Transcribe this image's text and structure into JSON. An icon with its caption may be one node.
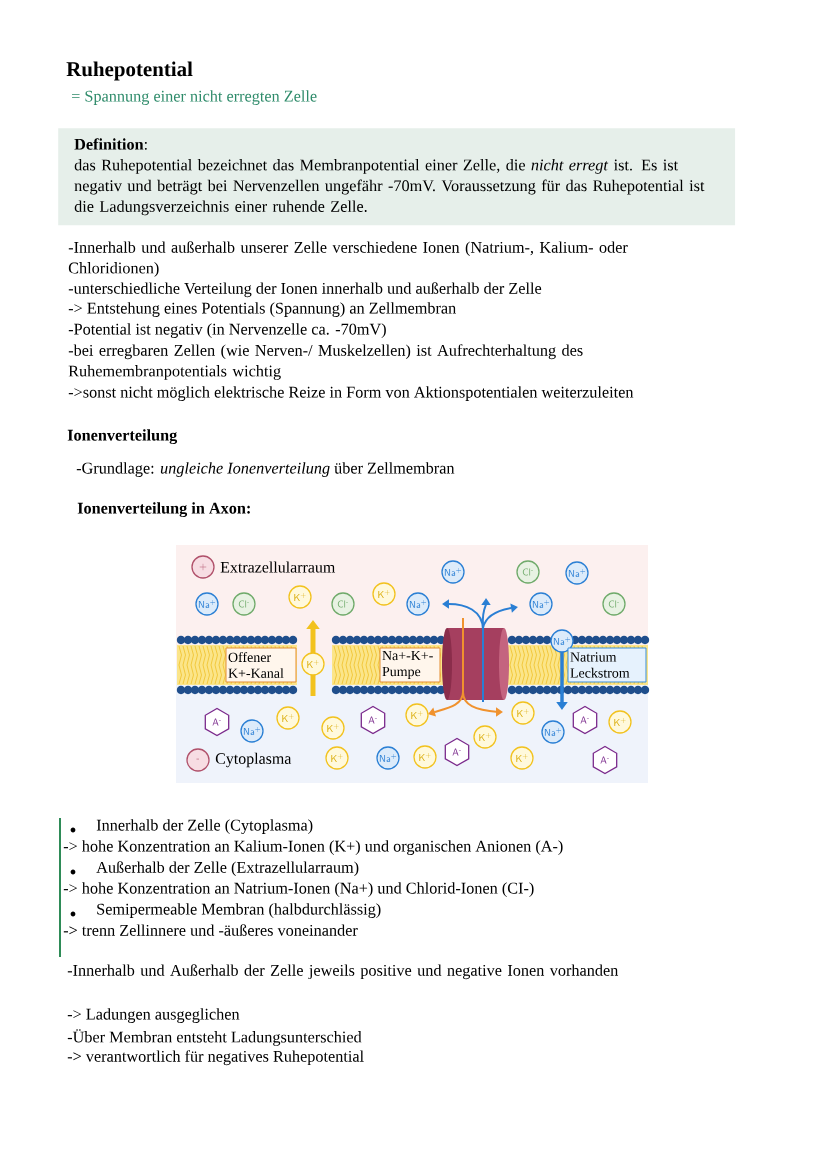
{
  "diagram": {
    "title": "Ruhepotential",
    "nodes": [
      {
        "text": [
          "**Definition**:",
          "das Ruhepotential bezeichnet das Membranpotential einer Zelle, die *nicht erregt* ist. Es ist negativ und beträgt bei Nervenzellen ungefähr -70mV. Voraussetzung für das Ruhepotential ist die Ladungsverzeichnis einer ruhende Zelle."
        ]
      },
      {
        "text": [
          "+"
        ],
        "beside": [
          "Extrazellularraum"
        ]
      },
      {
        "text": [
          "Na$^{+}$"
        ]
      },
      {
        "text": [
          "Cl$^{-}$"
        ]
      },
      {
        "text": [
          "Na$^{+}$"
        ]
      },
      {
        "text": [
          "Na$^{+}$"
        ]
      },
      {
        "text": [
          "Cl$^{-}$"
        ]
      },
      {
        "text": [
          "K$^{+}$"
        ]
      },
      {
        "text": [
          "Cl$^{-}$"
        ]
      },
      {
        "text": [
          "K$^{+}$"
        ]
      },
      {
        "text": [
          "Na$^{+}$"
        ]
      },
      {
        "text": [
          "Na$^{+}$"
        ]
      },
      {
        "text": [
          "Cl$^{-}$"
        ]
      },
      {
        "text": [
          "Na$^{+}$"
        ]
      },
      {
        "text": [
          "Offener K+-Kanal"
        ]
      },
      {
        "text": [
          "K$^{+}$"
        ]
      },
      {
        "text": [
          "Na+-K+-Pumpe"
        ]
      },
      {
        "text": [
          "Natrium Leckstrom"
        ]
      },
      {
        "text": [
          "A$^{-}$"
        ]
      },
      {
        "text": [
          "K$^{+}$"
        ]
      },
      {
        "text": [
          "K$^{+}$"
        ]
      },
      {
        "text": [
          "Na$^{+}$"
        ]
      },
      {
        "text": [
          "A$^{-}$"
        ]
      },
      {
        "text": [
          "K$^{+}$"
        ]
      },
      {
        "text": [
          "K$^{+}$"
        ]
      },
      {
        "text": [
          "A$^{-}$"
        ]
      },
      {
        "text": [
          "K$^{+}$"
        ]
      },
      {
        "text": [
          "Na$^{+}$"
        ]
      },
      {
        "text": [
          "K$^{+}$"
        ]
      },
      {
        "text": [
          "-"
        ],
        "beside": [
          "Cytoplasma"
        ]
      },
      {
        "text": [
          "K$^{+}$"
        ]
      },
      {
        "text": [
          "Na$^{+}$"
        ]
      },
      {
        "text": [
          "K$^{+}$"
        ]
      },
      {
        "text": [
          "A$^{-}$"
        ]
      },
      {
        "text": [
          "K$^{+}$"
        ]
      },
      {
        "text": [
          "A$^{-}$"
        ]
      }
    ],
    "labels": [
      "= Spannung einer nicht erregten Zelle",
      "-Innerhalb und außerhalb unserer Zelle verschiedene Ionen (Natrium-, Kalium- oder Chloridionen)",
      "-unterschiedliche Verteilung der Ionen innerhalb und außerhalb der Zelle",
      "-> Entstehung eines Potentials (Spannung) an Zellmembran",
      "-Potential ist negativ (in Nervenzelle ca. -70mV)",
      "-bei erregbaren Zellen (wie Nerven-/ Muskelzellen) ist Aufrechterhaltung des Ruhemembranpotentials wichtig",
      "->sonst nicht möglich elektrische Reize in Form von Aktionspotentialen weiterzuleiten",
      "Ionenverteilung",
      "-Grundlage: *ungleiche Ionenverteilung* über Zellmembran",
      "Ionenverteilung in Axon:",
      "Innerhalb der Zelle (Cytoplasma)",
      "-> hohe Konzentration an Kalium-Ionen (K+) und organischen Anionen (A-)",
      "Außerhalb der Zelle (Extrazellularraum)",
      "-> hohe Konzentration an Natrium-Ionen (Na+) und Chlorid-Ionen (CI-)",
      "Semipermeable Membran (halbdurchlässig)",
      "-> trenn Zellinnere und -äußeres voneinander",
      "-Innerhalb und Außerhalb der Zelle jeweils positive und negative Ionen vorhanden",
      "-> Ladungen ausgeglichen",
      "-Über Membran entsteht Ladungsunterschied",
      "-> verantwortlich für negatives Ruhepotential"
    ]
  }
}
